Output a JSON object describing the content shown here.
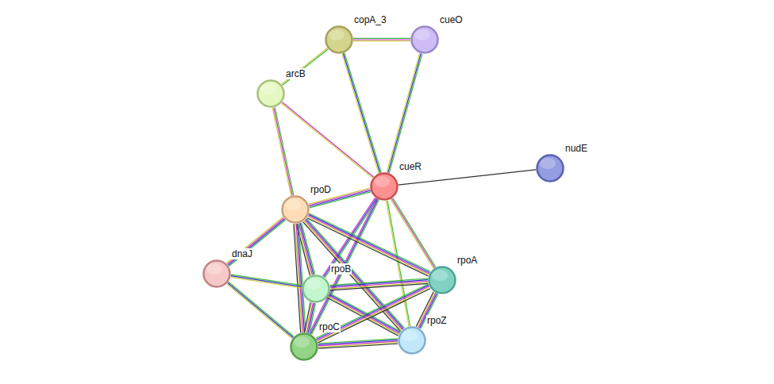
{
  "diagram": {
    "nodes": [
      {
        "text": [
          "copA_3"
        ]
      },
      {
        "text": [
          "cueO"
        ]
      },
      {
        "text": [
          "arcB"
        ]
      },
      {
        "text": [
          "cueR"
        ]
      },
      {
        "text": [
          "nudE"
        ]
      },
      {
        "text": [
          "rpoD"
        ]
      },
      {
        "text": [
          "dnaJ"
        ]
      },
      {
        "text": [
          "rpoB"
        ]
      },
      {
        "text": [
          "rpoA"
        ]
      },
      {
        "text": [
          "rpoZ"
        ]
      },
      {
        "text": [
          "rpoC"
        ]
      }
    ],
    "edges": [
      {
        "from": 0,
        "to": 1,
        "arrow": "none"
      },
      {
        "from": 0,
        "to": 2,
        "arrow": "none"
      },
      {
        "from": 0,
        "to": 3,
        "arrow": "none"
      },
      {
        "from": 1,
        "to": 3,
        "arrow": "none"
      },
      {
        "from": 2,
        "to": 3,
        "arrow": "none"
      },
      {
        "from": 2,
        "to": 5,
        "arrow": "none"
      },
      {
        "from": 3,
        "to": 4,
        "arrow": "none"
      },
      {
        "from": 3,
        "to": 5,
        "arrow": "none"
      },
      {
        "from": 3,
        "to": 7,
        "arrow": "none"
      },
      {
        "from": 3,
        "to": 10,
        "arrow": "none"
      },
      {
        "from": 3,
        "to": 8,
        "arrow": "none"
      },
      {
        "from": 3,
        "to": 9,
        "arrow": "none"
      },
      {
        "from": 5,
        "to": 6,
        "arrow": "none"
      },
      {
        "from": 5,
        "to": 7,
        "arrow": "none"
      },
      {
        "from": 5,
        "to": 10,
        "arrow": "none"
      },
      {
        "from": 5,
        "to": 8,
        "arrow": "none"
      },
      {
        "from": 5,
        "to": 9,
        "arrow": "none"
      },
      {
        "from": 6,
        "to": 7,
        "arrow": "none"
      },
      {
        "from": 6,
        "to": 10,
        "arrow": "none"
      },
      {
        "from": 7,
        "to": 10,
        "arrow": "none"
      },
      {
        "from": 7,
        "to": 8,
        "arrow": "none"
      },
      {
        "from": 7,
        "to": 9,
        "arrow": "none"
      },
      {
        "from": 10,
        "to": 8,
        "arrow": "none"
      },
      {
        "from": 10,
        "to": 9,
        "arrow": "none"
      },
      {
        "from": 8,
        "to": 9,
        "arrow": "none"
      }
    ]
  }
}
